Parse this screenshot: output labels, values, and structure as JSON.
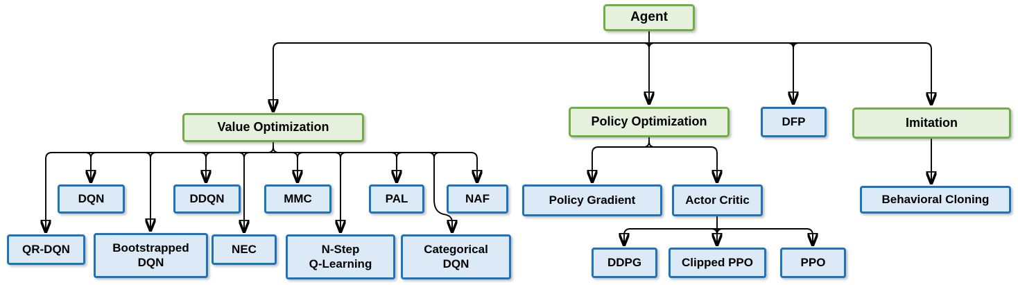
{
  "diagram": {
    "type": "hierarchy-tree",
    "description": "Reinforcement learning agent algorithm taxonomy"
  },
  "colors": {
    "category_fill": "#E5F0DD",
    "category_border": "#71AD47",
    "algorithm_fill": "#DCE9F7",
    "algorithm_border": "#1E73BE",
    "connector": "#000000",
    "text": "#000000",
    "background": "#FFFFFF"
  },
  "nodes": {
    "agent": {
      "label": "Agent",
      "type": "category"
    },
    "value_optimization": {
      "label": "Value Optimization",
      "type": "category"
    },
    "policy_optimization": {
      "label": "Policy Optimization",
      "type": "category"
    },
    "dfp": {
      "label": "DFP",
      "type": "algorithm"
    },
    "imitation": {
      "label": "Imitation",
      "type": "category"
    },
    "dqn": {
      "label": "DQN",
      "type": "algorithm"
    },
    "ddqn": {
      "label": "DDQN",
      "type": "algorithm"
    },
    "mmc": {
      "label": "MMC",
      "type": "algorithm"
    },
    "pal": {
      "label": "PAL",
      "type": "algorithm"
    },
    "naf": {
      "label": "NAF",
      "type": "algorithm"
    },
    "qr_dqn": {
      "label": "QR-DQN",
      "type": "algorithm"
    },
    "bootstrapped_dqn": {
      "label": "Bootstrapped\nDQN",
      "type": "algorithm"
    },
    "nec": {
      "label": "NEC",
      "type": "algorithm"
    },
    "n_step_q_learning": {
      "label": "N-Step\nQ-Learning",
      "type": "algorithm"
    },
    "categorical_dqn": {
      "label": "Categorical\nDQN",
      "type": "algorithm"
    },
    "policy_gradient": {
      "label": "Policy Gradient",
      "type": "algorithm"
    },
    "actor_critic": {
      "label": "Actor Critic",
      "type": "algorithm"
    },
    "ddpg": {
      "label": "DDPG",
      "type": "algorithm"
    },
    "clipped_ppo": {
      "label": "Clipped PPO",
      "type": "algorithm"
    },
    "ppo": {
      "label": "PPO",
      "type": "algorithm"
    },
    "behavioral_cloning": {
      "label": "Behavioral Cloning",
      "type": "algorithm"
    }
  },
  "edges": [
    [
      "agent",
      "value_optimization"
    ],
    [
      "agent",
      "policy_optimization"
    ],
    [
      "agent",
      "dfp"
    ],
    [
      "agent",
      "imitation"
    ],
    [
      "value_optimization",
      "qr_dqn"
    ],
    [
      "value_optimization",
      "dqn"
    ],
    [
      "value_optimization",
      "bootstrapped_dqn"
    ],
    [
      "value_optimization",
      "ddqn"
    ],
    [
      "value_optimization",
      "nec"
    ],
    [
      "value_optimization",
      "mmc"
    ],
    [
      "value_optimization",
      "n_step_q_learning"
    ],
    [
      "value_optimization",
      "pal"
    ],
    [
      "value_optimization",
      "categorical_dqn"
    ],
    [
      "value_optimization",
      "naf"
    ],
    [
      "policy_optimization",
      "policy_gradient"
    ],
    [
      "policy_optimization",
      "actor_critic"
    ],
    [
      "actor_critic",
      "ddpg"
    ],
    [
      "actor_critic",
      "clipped_ppo"
    ],
    [
      "actor_critic",
      "ppo"
    ],
    [
      "imitation",
      "behavioral_cloning"
    ]
  ]
}
